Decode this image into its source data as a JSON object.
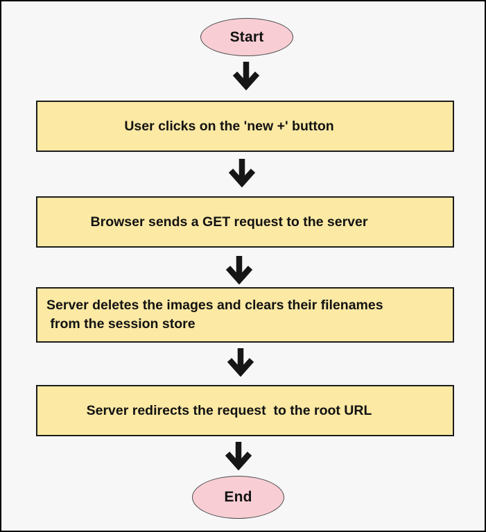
{
  "flowchart": {
    "type": "flowchart",
    "direction": "top-down",
    "colors": {
      "background": "#f7f7f8",
      "canvas_border": "#000000",
      "process_fill": "#fbe9a4",
      "process_border": "#1c1c1c",
      "terminator_fill": "#f8ced4",
      "terminator_border": "#4a4a4a",
      "text": "#121212",
      "arrow": "#161616"
    },
    "nodes": [
      {
        "id": "start",
        "shape": "oval",
        "label": "Start"
      },
      {
        "id": "step-1",
        "shape": "rectangle",
        "label": "User clicks on the 'new +' button"
      },
      {
        "id": "step-2",
        "shape": "rectangle",
        "label": "Browser sends a GET request to the server"
      },
      {
        "id": "step-3",
        "shape": "rectangle",
        "label": "Server deletes the images and clears their filenames\n from the session store"
      },
      {
        "id": "step-4",
        "shape": "rectangle",
        "label": "Server redirects the request  to the root URL"
      },
      {
        "id": "end",
        "shape": "oval",
        "label": "End"
      }
    ],
    "edges": [
      {
        "from": "start",
        "to": "step-1",
        "icon": "down-arrow"
      },
      {
        "from": "step-1",
        "to": "step-2",
        "icon": "down-arrow"
      },
      {
        "from": "step-2",
        "to": "step-3",
        "icon": "down-arrow"
      },
      {
        "from": "step-3",
        "to": "step-4",
        "icon": "down-arrow"
      },
      {
        "from": "step-4",
        "to": "end",
        "icon": "down-arrow"
      }
    ]
  }
}
